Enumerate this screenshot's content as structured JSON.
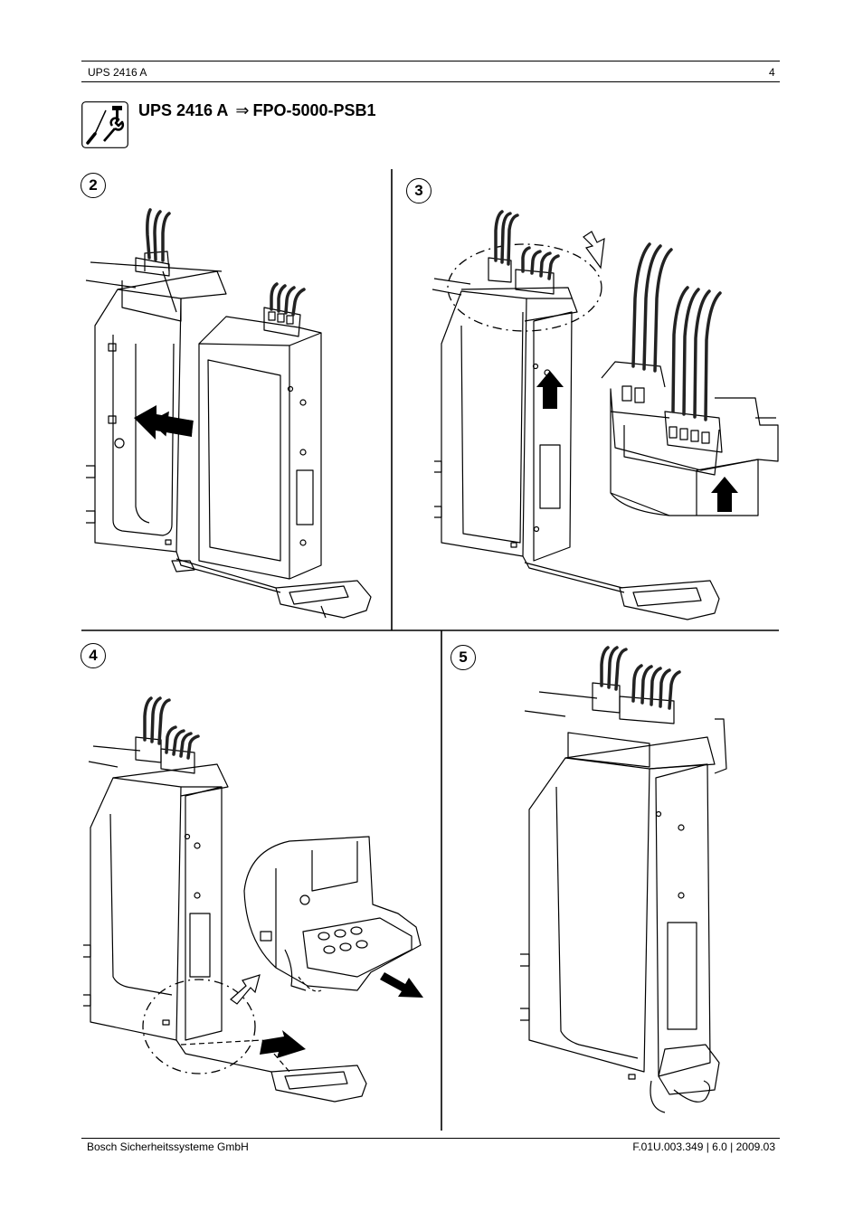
{
  "header": {
    "product": "UPS 2416 A",
    "page_number": "4"
  },
  "title": {
    "source": "UPS 2416 A",
    "arrow": "⇒",
    "target": "FPO-5000-PSB1"
  },
  "icons": {
    "tools": "screwdriver-wrench-screw-icon"
  },
  "steps": [
    "2",
    "3",
    "4",
    "5"
  ],
  "footer": {
    "company": "Bosch Sicherheitssysteme GmbH",
    "doc_ref": "F.01U.003.349 | 6.0 | 2009.03"
  }
}
